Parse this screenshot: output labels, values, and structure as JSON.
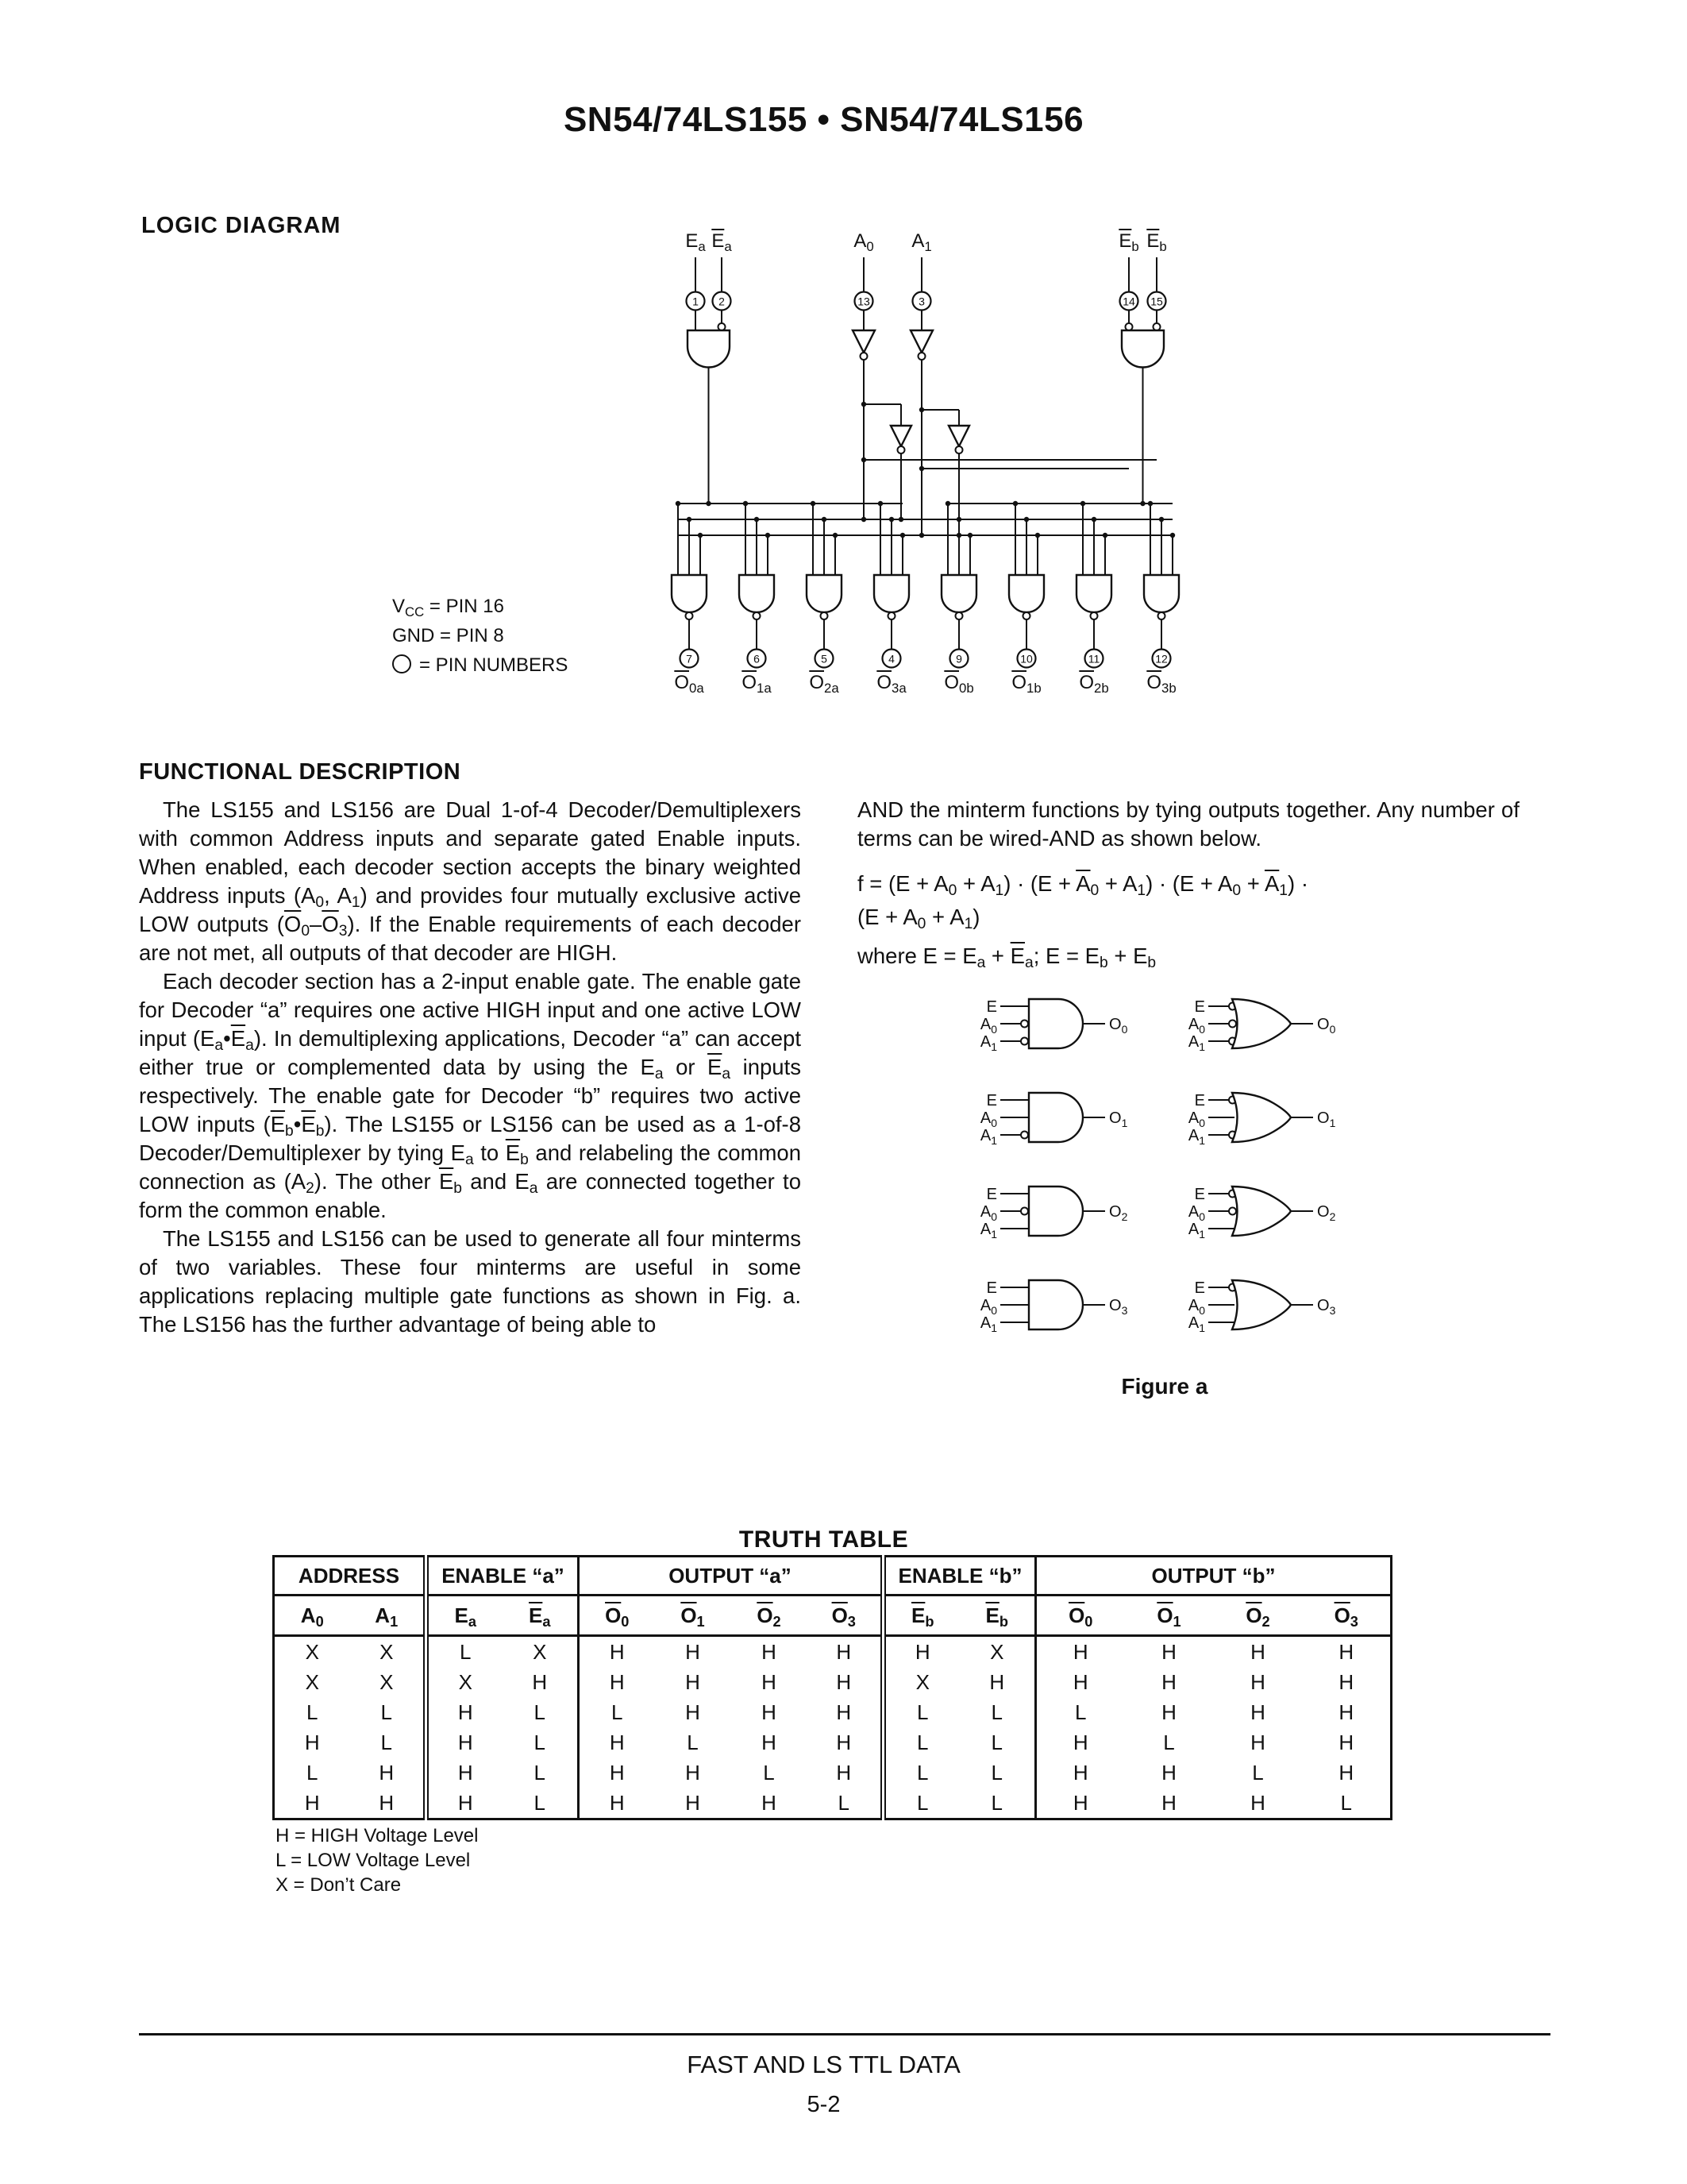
{
  "page": {
    "title": "SN54/74LS155 • SN54/74LS156",
    "footer": "FAST AND LS TTL DATA",
    "page_number": "5-2"
  },
  "logic_diagram": {
    "heading": "LOGIC DIAGRAM",
    "input_labels": [
      "E_a_",
      "~E~_a_",
      "A_0_",
      "A_1_",
      "~E~_b_",
      "~E~_b_"
    ],
    "pin_numbers_top": [
      "1",
      "2",
      "13",
      "3",
      "14",
      "15"
    ],
    "pin_numbers_bottom": [
      "7",
      "6",
      "5",
      "4",
      "9",
      "10",
      "11",
      "12"
    ],
    "output_labels": [
      "~O~_0a_",
      "~O~_1a_",
      "~O~_2a_",
      "~O~_3a_",
      "~O~_0b_",
      "~O~_1b_",
      "~O~_2b_",
      "~O~_3b_"
    ],
    "legend": {
      "vcc": "V_CC_ = PIN 16",
      "gnd": "GND = PIN 8",
      "pin": "= PIN NUMBERS"
    }
  },
  "description": {
    "heading": "FUNCTIONAL DESCRIPTION",
    "left_paragraphs": [
      "The LS155 and LS156 are Dual 1-of-4 Decoder/Demultiplexers with common Address inputs and separate gated Enable inputs. When enabled, each decoder section accepts the binary weighted Address inputs (A_0_, A_1_) and provides four mutually exclusive active LOW outputs (~O~_0_–~O~_3_). If the Enable requirements of each decoder are not met, all outputs of that decoder are HIGH.",
      "Each decoder section has a 2-input enable gate. The enable gate for Decoder “a” requires one active HIGH input and one active LOW input (E_a_•~E~_a_). In demultiplexing applications, Decoder “a” can accept either true or complemented data by using the E_a_ or ~E~_a_ inputs respectively. The enable gate for Decoder “b” requires two active LOW inputs (~E~_b_•~E~_b_). The LS155 or LS156 can be used as a 1-of-8 Decoder/Demultiplexer by tying E_a_ to ~E~_b_ and relabeling the common connection as (A_2_). The other ~E~_b_ and E_a_ are connected together to form the common enable.",
      "The LS155 and LS156 can be used to generate all four minterms of two variables. These four minterms are useful in some applications replacing multiple gate functions as shown in Fig. a. The LS156 has the further advantage of being able to"
    ],
    "right_paragraph": "AND the minterm functions by tying outputs together. Any number of terms can be wired-AND as shown below.",
    "formula_line1": "f = (E + A_0_ + A_1_) · (E + ~A~_0_ + A_1_) · (E + A_0_ + ~A~_1_) ·",
    "formula_line2": "(E + A_0_ + A_1_)",
    "where_line": "where E = E_a_ + ~E~_a_; E = E_b_ + E_b_"
  },
  "figure_a": {
    "caption": "Figure a",
    "left_gates": [
      {
        "kind": "and",
        "inputs": [
          "E",
          "A_0_",
          "A_1_"
        ],
        "bubbles": [
          false,
          true,
          true
        ],
        "output": "O_0_"
      },
      {
        "kind": "and",
        "inputs": [
          "E",
          "A_0_",
          "A_1_"
        ],
        "bubbles": [
          false,
          false,
          true
        ],
        "output": "O_1_"
      },
      {
        "kind": "and",
        "inputs": [
          "E",
          "A_0_",
          "A_1_"
        ],
        "bubbles": [
          false,
          true,
          false
        ],
        "output": "O_2_"
      },
      {
        "kind": "and",
        "inputs": [
          "E",
          "A_0_",
          "A_1_"
        ],
        "bubbles": [
          false,
          false,
          false
        ],
        "output": "O_3_"
      }
    ],
    "right_gates": [
      {
        "kind": "or",
        "inputs": [
          "E",
          "A_0_",
          "A_1_"
        ],
        "bubbles": [
          true,
          true,
          true
        ],
        "output": "O_0_"
      },
      {
        "kind": "or",
        "inputs": [
          "E",
          "A_0_",
          "A_1_"
        ],
        "bubbles": [
          true,
          false,
          true
        ],
        "output": "O_1_"
      },
      {
        "kind": "or",
        "inputs": [
          "E",
          "A_0_",
          "A_1_"
        ],
        "bubbles": [
          true,
          true,
          false
        ],
        "output": "O_2_"
      },
      {
        "kind": "or",
        "inputs": [
          "E",
          "A_0_",
          "A_1_"
        ],
        "bubbles": [
          true,
          false,
          false
        ],
        "output": "O_3_"
      }
    ]
  },
  "truth_table": {
    "title": "TRUTH TABLE",
    "groups": [
      {
        "label": "ADDRESS",
        "span": 2
      },
      {
        "label": "ENABLE “a”",
        "span": 2
      },
      {
        "label": "OUTPUT “a”",
        "span": 4
      },
      {
        "label": "ENABLE “b”",
        "span": 2
      },
      {
        "label": "OUTPUT “b”",
        "span": 4
      }
    ],
    "columns": [
      "A_0_",
      "A_1_",
      "E_a_",
      "~E~_a_",
      "~O~_0_",
      "~O~_1_",
      "~O~_2_",
      "~O~_3_",
      "~E~_b_",
      "~E~_b_",
      "~O~_0_",
      "~O~_1_",
      "~O~_2_",
      "~O~_3_"
    ],
    "rows": [
      [
        "X",
        "X",
        "L",
        "X",
        "H",
        "H",
        "H",
        "H",
        "H",
        "X",
        "H",
        "H",
        "H",
        "H"
      ],
      [
        "X",
        "X",
        "X",
        "H",
        "H",
        "H",
        "H",
        "H",
        "X",
        "H",
        "H",
        "H",
        "H",
        "H"
      ],
      [
        "L",
        "L",
        "H",
        "L",
        "L",
        "H",
        "H",
        "H",
        "L",
        "L",
        "L",
        "H",
        "H",
        "H"
      ],
      [
        "H",
        "L",
        "H",
        "L",
        "H",
        "L",
        "H",
        "H",
        "L",
        "L",
        "H",
        "L",
        "H",
        "H"
      ],
      [
        "L",
        "H",
        "H",
        "L",
        "H",
        "H",
        "L",
        "H",
        "L",
        "L",
        "H",
        "H",
        "L",
        "H"
      ],
      [
        "H",
        "H",
        "H",
        "L",
        "H",
        "H",
        "H",
        "L",
        "L",
        "L",
        "H",
        "H",
        "H",
        "L"
      ]
    ],
    "notes": [
      "H = HIGH Voltage Level",
      "L = LOW Voltage Level",
      "X = Don’t Care"
    ]
  }
}
